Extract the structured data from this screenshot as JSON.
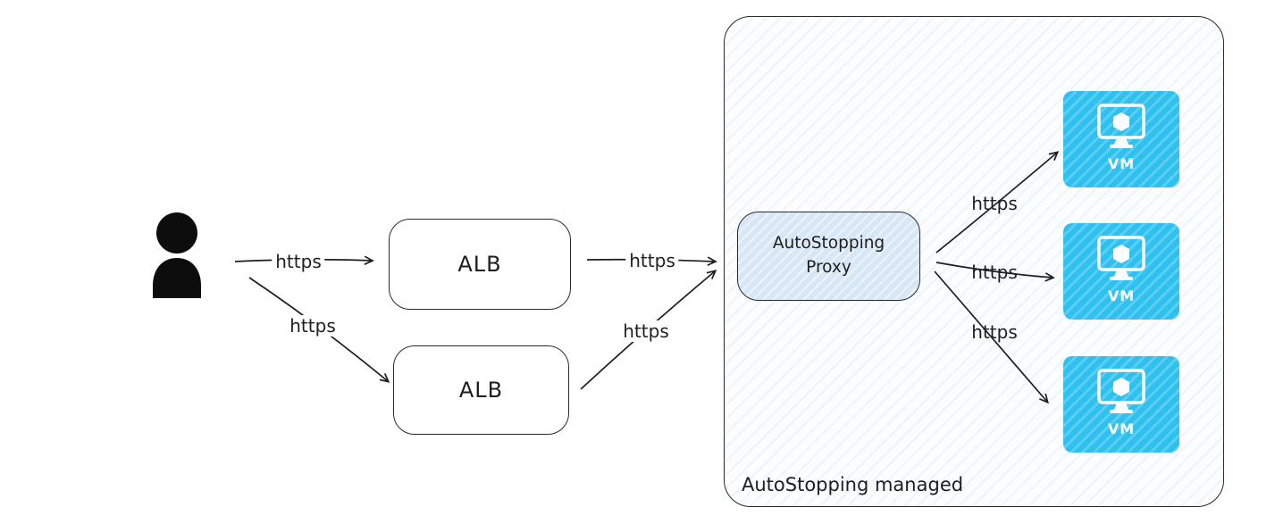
{
  "diagram": {
    "user": {
      "name": "user"
    },
    "alb1": {
      "label": "ALB"
    },
    "alb2": {
      "label": "ALB"
    },
    "container": {
      "label": "AutoStopping managed"
    },
    "proxy": {
      "label": "AutoStopping Proxy"
    },
    "vms": [
      {
        "label": "VM"
      },
      {
        "label": "VM"
      },
      {
        "label": "VM"
      }
    ],
    "edges": [
      {
        "id": "user-to-alb1",
        "label": "https"
      },
      {
        "id": "user-to-alb2",
        "label": "https"
      },
      {
        "id": "alb1-to-proxy",
        "label": "https"
      },
      {
        "id": "alb2-to-proxy",
        "label": "https"
      },
      {
        "id": "proxy-to-vm1",
        "label": "https"
      },
      {
        "id": "proxy-to-vm2",
        "label": "https"
      },
      {
        "id": "proxy-to-vm3",
        "label": "https"
      }
    ],
    "colors": {
      "stroke": "#1e1e1e",
      "vm_fill": "#2ec0ef",
      "proxy_fill": "#d7e7f6",
      "container_fill": "#fbfdff"
    }
  }
}
